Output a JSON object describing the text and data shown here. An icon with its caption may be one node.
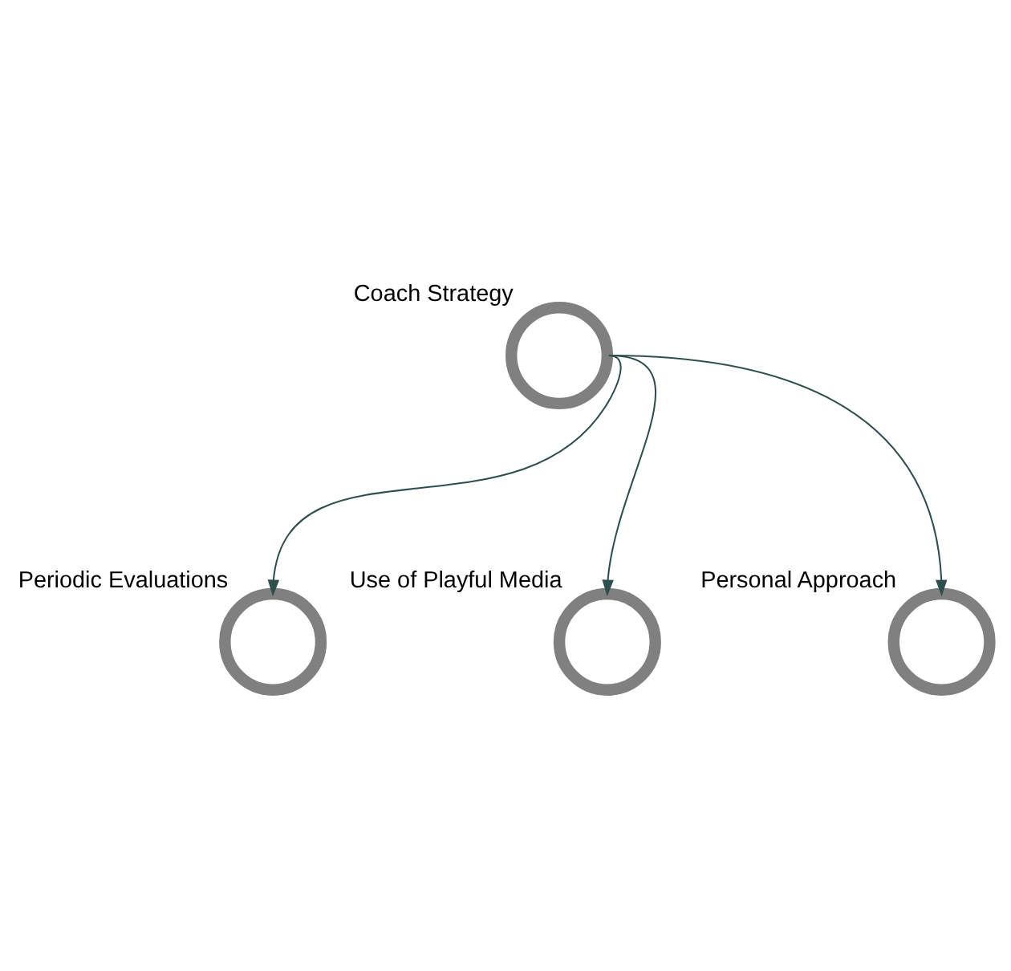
{
  "diagram": {
    "nodes": [
      {
        "text": [
          "Periodic Evaluations"
        ]
      },
      {
        "text": [
          "Use of Playful Media"
        ]
      },
      {
        "text": [
          "Coach Strategy"
        ]
      },
      {
        "text": [
          "Personal Approach"
        ]
      }
    ],
    "edges": [
      {
        "from": 2,
        "to": 0,
        "arrow": "to"
      },
      {
        "from": 2,
        "to": 1,
        "arrow": "to"
      },
      {
        "from": 2,
        "to": 3,
        "arrow": "to"
      }
    ]
  }
}
